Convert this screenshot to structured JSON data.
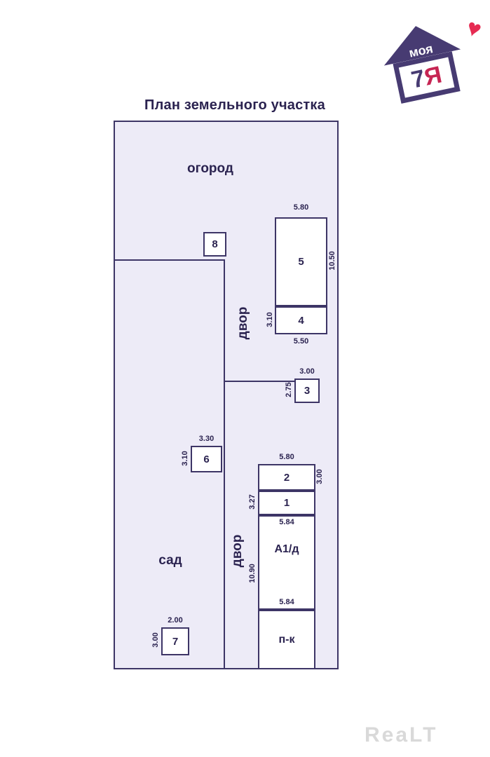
{
  "title": "План земельного участка",
  "logo": {
    "word": "моя",
    "digit": "7",
    "letter": "Я",
    "heart": "♥"
  },
  "watermark": "ReaLT",
  "plan": {
    "areas": {
      "ogorod": "огород",
      "dvor_upper": "двор",
      "dvor_lower": "двор",
      "sad": "сад"
    },
    "buildings": {
      "b5": {
        "label": "5",
        "dim_top": "5.80",
        "dim_right": "10.50"
      },
      "b4": {
        "label": "4",
        "dim_left": "3.10",
        "dim_bottom": "5.50"
      },
      "b8": {
        "label": "8"
      },
      "b3": {
        "label": "3",
        "dim_top": "3.00",
        "dim_left": "2.75"
      },
      "b6": {
        "label": "6",
        "dim_top": "3.30",
        "dim_left": "3.10"
      },
      "b2": {
        "label": "2",
        "dim_top": "5.80",
        "dim_right": "3.00"
      },
      "b1": {
        "label": "1",
        "dim_left": "3.27"
      },
      "a1d": {
        "label": "А1/д",
        "dim_top": "5.84",
        "dim_left": "10.90",
        "dim_bottom": "5.84"
      },
      "pk": {
        "label": "п-к"
      },
      "b7": {
        "label": "7",
        "dim_top": "2.00",
        "dim_left": "3.00"
      }
    }
  },
  "colors": {
    "outline": "#3d3566",
    "plot_fill": "#edebf7",
    "text": "#2b2350",
    "logo_purple": "#473b72",
    "logo_crimson": "#c62553",
    "heart_red": "#e62b52",
    "watermark_gray": "#d9d9d9"
  }
}
